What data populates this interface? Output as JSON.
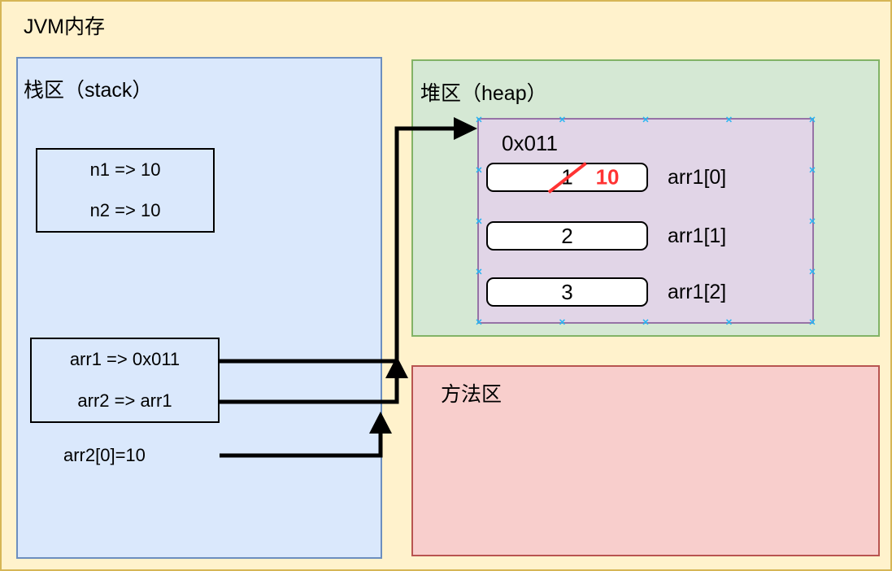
{
  "title": "JVM内存",
  "stack": {
    "label": "栈区（stack）",
    "vars": [
      "n1 => 10",
      "n2 => 10"
    ],
    "refs": [
      "arr1 => 0x011",
      "arr2 => arr1"
    ],
    "statement": "arr2[0]=10"
  },
  "heap": {
    "label": "堆区（heap）",
    "object": {
      "address": "0x011",
      "cells": [
        {
          "old_value": "1",
          "new_value": "10",
          "label": "arr1[0]"
        },
        {
          "value": "2",
          "label": "arr1[1]"
        },
        {
          "value": "3",
          "label": "arr1[2]"
        }
      ]
    }
  },
  "method_area": {
    "label": "方法区"
  },
  "icons": {
    "connection_point": "×"
  },
  "colors": {
    "container_fill": "#FFF2CC",
    "container_border": "#D6B656",
    "stack_fill": "#DAE8FC",
    "stack_border": "#6C8EBF",
    "heap_fill": "#D5E8D4",
    "heap_border": "#82B366",
    "object_fill": "#E1D5E7",
    "object_border": "#9673A6",
    "method_fill": "#F8CECC",
    "method_border": "#B85450",
    "cell_fill": "#FFFFFF",
    "highlight_red": "#FF3333",
    "connection_point_blue": "#29B6F2",
    "arrow_black": "#000000"
  }
}
